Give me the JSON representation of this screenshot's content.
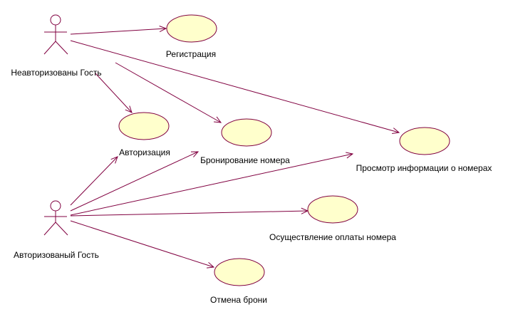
{
  "actors": [
    {
      "id": "guest",
      "name": "Неавторизованы Гость"
    },
    {
      "id": "auth_guest",
      "name": "Авторизованый Гость"
    }
  ],
  "use_cases": [
    {
      "id": "registration",
      "name": "Регистрация"
    },
    {
      "id": "login",
      "name": "Авторизация"
    },
    {
      "id": "booking",
      "name": "Бронирование номера"
    },
    {
      "id": "view_rooms",
      "name": "Просмотр информации о номерах"
    },
    {
      "id": "payment",
      "name": "Осуществление оплаты номера"
    },
    {
      "id": "cancel",
      "name": "Отмена брони"
    }
  ],
  "associations": [
    {
      "from": "guest",
      "to": "registration"
    },
    {
      "from": "guest",
      "to": "login"
    },
    {
      "from": "guest",
      "to": "booking"
    },
    {
      "from": "guest",
      "to": "view_rooms"
    },
    {
      "from": "auth_guest",
      "to": "login"
    },
    {
      "from": "auth_guest",
      "to": "booking"
    },
    {
      "from": "auth_guest",
      "to": "view_rooms"
    },
    {
      "from": "auth_guest",
      "to": "payment"
    },
    {
      "from": "auth_guest",
      "to": "cancel"
    }
  ],
  "colors": {
    "line": "#800040",
    "use_case_fill": "#ffffcc",
    "text": "#000000"
  }
}
